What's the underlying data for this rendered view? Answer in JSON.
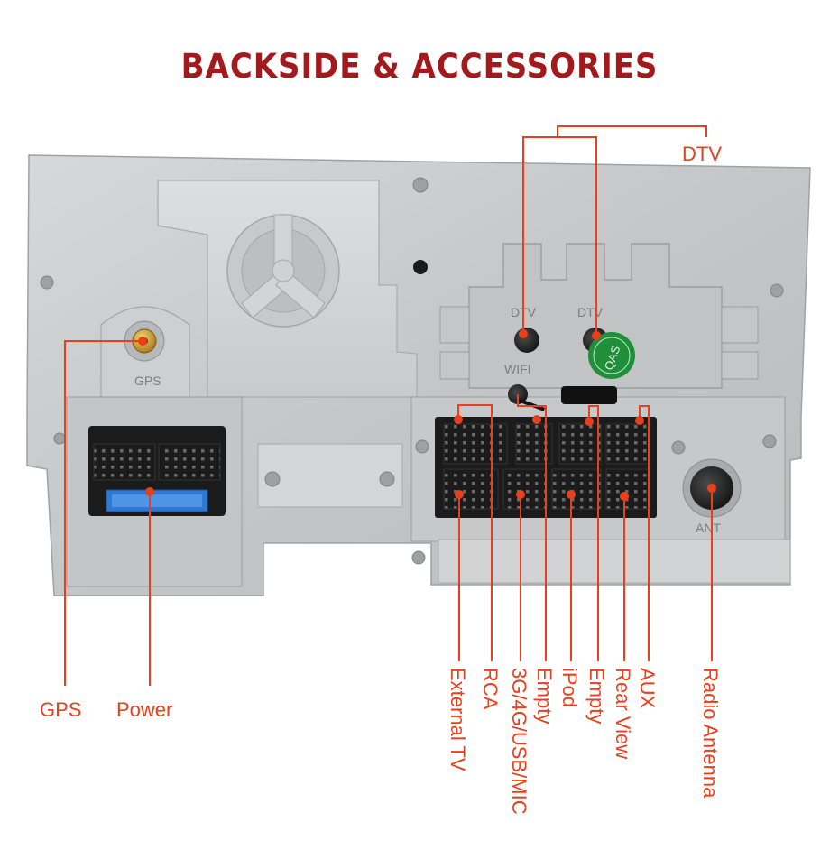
{
  "title": "BACKSIDE & ACCESSORIES",
  "colors": {
    "title": "#a3191c",
    "callout": "#e8401c",
    "panel": "#c9cbcd",
    "connector": "#1b1b1b",
    "fuse": "#2f79d6"
  },
  "panel_marks": {
    "gps": "GPS",
    "dtv_left": "DTV",
    "dtv_right": "DTV",
    "wifi": "WIFI",
    "ant": "ANT",
    "sticker": "QAS"
  },
  "labels": {
    "dtv": "DTV",
    "gps": "GPS",
    "power": "Power",
    "external_tv": "External TV",
    "rca": "RCA",
    "usb_mic": "3G/4G/USB/MIC",
    "empty_1": "Empty",
    "ipod": "iPod",
    "empty_2": "Empty",
    "rear_view": "Rear View",
    "aux": "AUX",
    "radio_antenna": "Radio Antenna"
  }
}
